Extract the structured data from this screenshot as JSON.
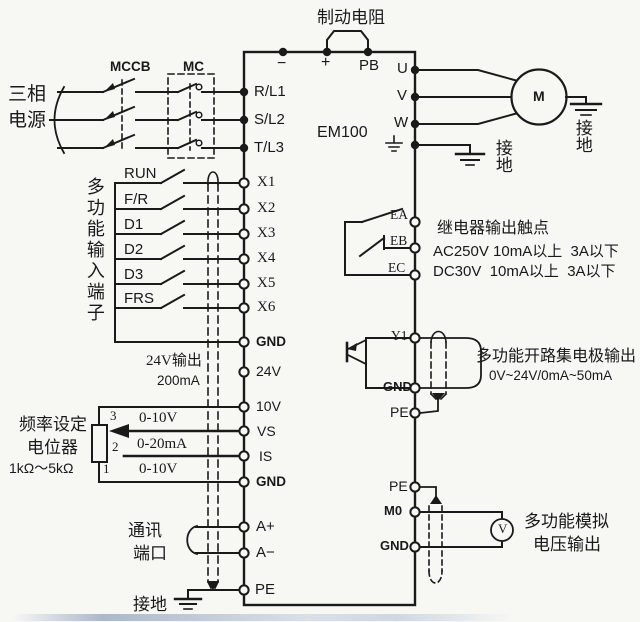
{
  "colors": {
    "background": "#f7f7f4",
    "line": "#1a1a1a",
    "accent_band": "#8fa3c4"
  },
  "inverter": {
    "model": "EM100"
  },
  "top": {
    "brake_resistor_label": "制动电阻",
    "terminals": [
      "−",
      "+",
      "PB"
    ]
  },
  "power": {
    "source_line1": "三相",
    "source_line2": "电源",
    "breaker": "MCCB",
    "contactor": "MC",
    "terminals": [
      "R/L1",
      "S/L2",
      "T/L3"
    ]
  },
  "motor": {
    "terminals": [
      "U",
      "V",
      "W"
    ],
    "motor_label": "M",
    "drive_ground_label": "接地",
    "motor_ground_label": "接地"
  },
  "inputs": {
    "group_label": "多功能输入端子",
    "switches": [
      "RUN",
      "F/R",
      "D1",
      "D2",
      "D3",
      "FRS"
    ],
    "terminals": [
      "X1",
      "X2",
      "X3",
      "X4",
      "X5",
      "X6"
    ],
    "common_terminal": "GND"
  },
  "supply": {
    "label_line1": "24V输出",
    "label_line2": "200mA",
    "terminal": "24V"
  },
  "pot": {
    "label_line1": "频率设定",
    "label_line2": "电位器",
    "label_line3": "1kΩ～5kΩ",
    "pins": [
      "3",
      "2",
      "1"
    ],
    "wire_labels": [
      "0-10V",
      "0-20mA",
      "0-10V"
    ],
    "terminals": [
      "10V",
      "VS",
      "IS",
      "GND"
    ]
  },
  "comm": {
    "label_line1": "通讯",
    "label_line2": "端口",
    "terminals": [
      "A+",
      "A−"
    ]
  },
  "ground": {
    "label": "接地",
    "terminal": "PE"
  },
  "relay": {
    "terminals": [
      "EA",
      "EB",
      "EC"
    ],
    "title": "继电器输出触点",
    "spec_ac": "AC250V 10mA以上  3A以下",
    "spec_dc": "DC30V  10mA以上  3A以下"
  },
  "collector": {
    "terminals": [
      "Y1",
      "GND"
    ],
    "pe_terminal": "PE",
    "title": "多功能开路集电极输出",
    "spec": "0V~24V/0mA~50mA"
  },
  "analog_out": {
    "terminals": [
      "PE",
      "M0",
      "GND"
    ],
    "meter": "V",
    "label_line1": "多功能模拟",
    "label_line2": "电压输出"
  }
}
